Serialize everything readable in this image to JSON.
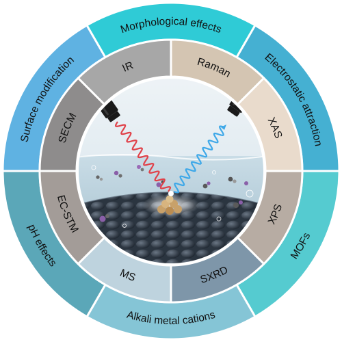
{
  "outer_ring": [
    {
      "label": "Surface modification",
      "color": "#5fb2e2"
    },
    {
      "label": "Morphological effects",
      "color": "#2fcbd6"
    },
    {
      "label": "Electrostatic attraction",
      "color": "#45b0d2"
    },
    {
      "label": "MOFs",
      "color": "#55cbd0"
    },
    {
      "label": "Alkali metal cations",
      "color": "#85c5d6"
    },
    {
      "label": "pH effects",
      "color": "#5ba7b8"
    }
  ],
  "inner_ring": [
    {
      "label": "IR",
      "color": "#a7a7a7"
    },
    {
      "label": "Raman",
      "color": "#d4c5b2"
    },
    {
      "label": "XAS",
      "color": "#e9dbcc"
    },
    {
      "label": "XPS",
      "color": "#b7aca3"
    },
    {
      "label": "SXRD",
      "color": "#7e96a9"
    },
    {
      "label": "MS",
      "color": "#bed3de"
    },
    {
      "label": "EC-STM",
      "color": "#a39c98"
    },
    {
      "label": "SECM",
      "color": "#8e8c8c"
    }
  ],
  "colors": {
    "sky": "#dfeaf1",
    "water": "#b8d0dc",
    "surface": "#2f3a46",
    "ir_beam": "#e0424a",
    "raman_beam": "#3ea8e8",
    "detector": "#1a1a1a"
  }
}
